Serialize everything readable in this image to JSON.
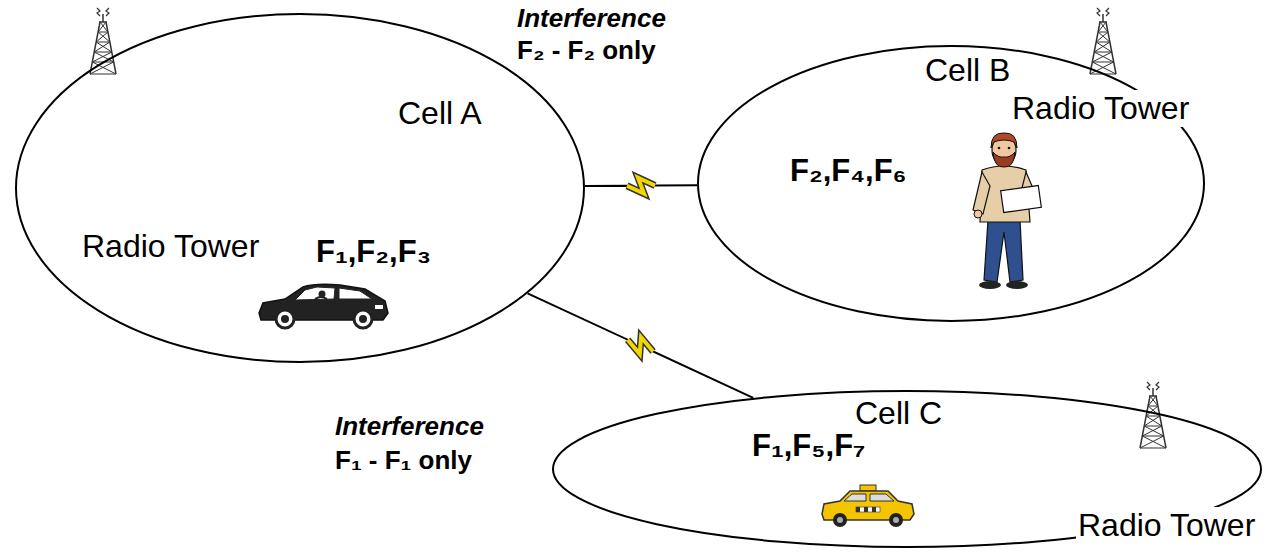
{
  "diagram": {
    "nodes": [
      {
        "text": [
          "Cell A",
          "Radio Tower",
          "F₁,F₂,F₃"
        ]
      },
      {
        "text": [
          "Cell B",
          "Radio Tower",
          "F₂,F₄,F₆"
        ]
      },
      {
        "text": [
          "Cell C",
          "F₁,F₅,F₇",
          "Radio Tower"
        ]
      }
    ],
    "edges": [
      {
        "from": 0,
        "to": 1,
        "arrow": "none"
      },
      {
        "from": 0,
        "to": 2,
        "arrow": "none"
      }
    ],
    "labels": [
      "Interference",
      "F₂ - F₂ only",
      "Interference",
      "F₁ - F₁ only"
    ]
  }
}
